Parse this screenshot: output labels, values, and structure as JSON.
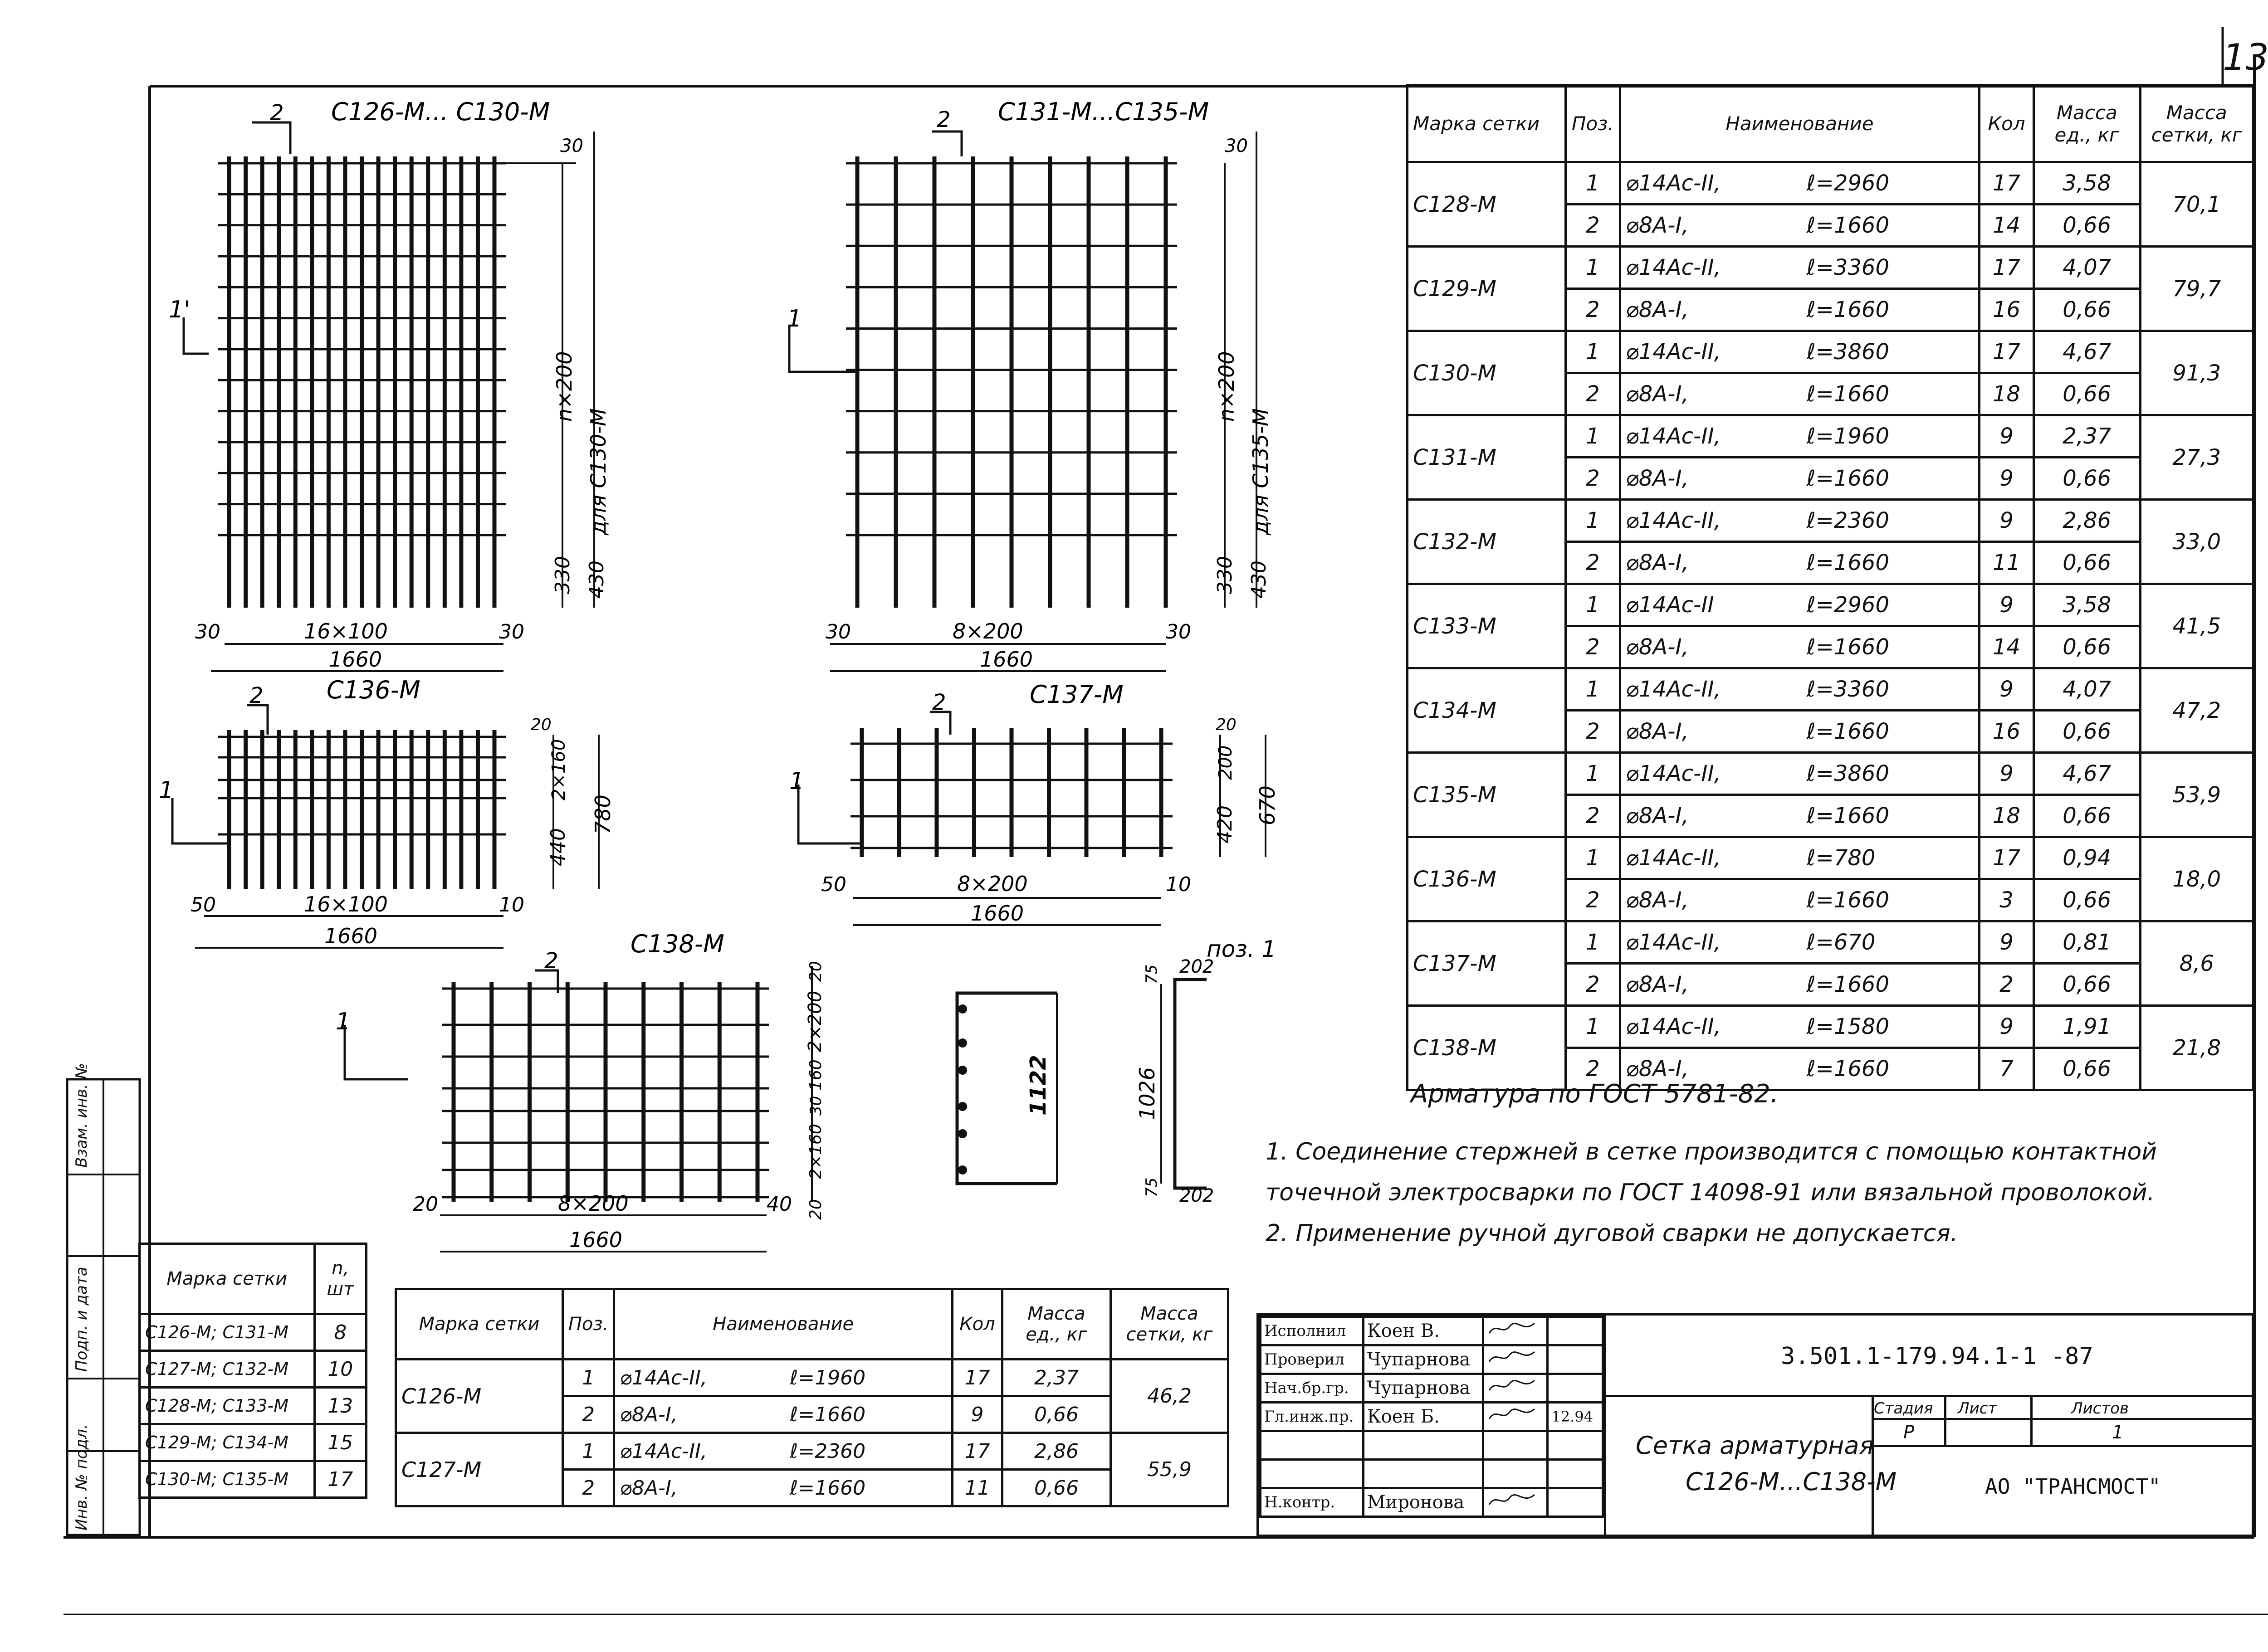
{
  "page_number": "13",
  "drawings": {
    "d1": {
      "title": "С126-М... С130-М",
      "pos2": "2",
      "pos1": "1'",
      "top": "30",
      "v_main": "n×200",
      "v_note": "для С130-М",
      "v1": "330",
      "v2": "430",
      "left": "30",
      "mid": "16×100",
      "right": "30",
      "total": "1660"
    },
    "d2": {
      "title": "С131-М...С135-М",
      "pos2": "2",
      "pos1": "1",
      "top": "30",
      "v_main": "n×200",
      "v_note": "для С135-М",
      "v1": "330",
      "v2": "430",
      "left": "30",
      "mid": "8×200",
      "right": "30",
      "total": "1660"
    },
    "d3": {
      "title": "С136-М",
      "pos2": "2",
      "pos1": "1",
      "top": "20",
      "v1": "2×160",
      "v2": "440",
      "v_total": "780",
      "left": "50",
      "mid": "16×100",
      "right": "10",
      "total": "1660"
    },
    "d4": {
      "title": "С137-М",
      "pos2": "2",
      "pos1": "1",
      "top": "20",
      "v1": "200",
      "v2": "420",
      "v_total": "670",
      "left": "50",
      "mid": "8×200",
      "right": "10",
      "total": "1660"
    },
    "d5": {
      "title": "С138-М",
      "pos2": "2",
      "pos1": "1",
      "top": "20",
      "v1": "2×200",
      "v2": "160",
      "v3": "30",
      "v4": "2×160",
      "left": "20",
      "mid": "8×200",
      "right": "40",
      "bottom": "20",
      "total": "1660"
    },
    "d6": {
      "dim": "1122"
    },
    "d7": {
      "title": "поз. 1",
      "top_small": "75",
      "top": "202",
      "height": "1026",
      "bottom_small": "75",
      "bottom": "202"
    }
  },
  "spec_table": {
    "headers": [
      "Марка сетки",
      "Поз.",
      "Наименование",
      "Кол",
      "Масса ед., кг",
      "Масса сетки, кг"
    ],
    "rows": [
      {
        "mark": "С128-М",
        "mass": "70,1",
        "items": [
          [
            "1",
            "⌀14Аc-II,",
            "ℓ=2960",
            "17",
            "3,58"
          ],
          [
            "2",
            "⌀8А-I,",
            "ℓ=1660",
            "14",
            "0,66"
          ]
        ]
      },
      {
        "mark": "С129-М",
        "mass": "79,7",
        "items": [
          [
            "1",
            "⌀14Аc-II,",
            "ℓ=3360",
            "17",
            "4,07"
          ],
          [
            "2",
            "⌀8А-I,",
            "ℓ=1660",
            "16",
            "0,66"
          ]
        ]
      },
      {
        "mark": "С130-М",
        "mass": "91,3",
        "items": [
          [
            "1",
            "⌀14Аc-II,",
            "ℓ=3860",
            "17",
            "4,67"
          ],
          [
            "2",
            "⌀8А-I,",
            "ℓ=1660",
            "18",
            "0,66"
          ]
        ]
      },
      {
        "mark": "С131-М",
        "mass": "27,3",
        "items": [
          [
            "1",
            "⌀14Аc-II,",
            "ℓ=1960",
            "9",
            "2,37"
          ],
          [
            "2",
            "⌀8А-I,",
            "ℓ=1660",
            "9",
            "0,66"
          ]
        ]
      },
      {
        "mark": "С132-М",
        "mass": "33,0",
        "items": [
          [
            "1",
            "⌀14Аc-II,",
            "ℓ=2360",
            "9",
            "2,86"
          ],
          [
            "2",
            "⌀8А-I,",
            "ℓ=1660",
            "11",
            "0,66"
          ]
        ]
      },
      {
        "mark": "С133-М",
        "mass": "41,5",
        "items": [
          [
            "1",
            "⌀14Аc-II",
            "ℓ=2960",
            "9",
            "3,58"
          ],
          [
            "2",
            "⌀8А-I,",
            "ℓ=1660",
            "14",
            "0,66"
          ]
        ]
      },
      {
        "mark": "С134-М",
        "mass": "47,2",
        "items": [
          [
            "1",
            "⌀14Аc-II,",
            "ℓ=3360",
            "9",
            "4,07"
          ],
          [
            "2",
            "⌀8А-I,",
            "ℓ=1660",
            "16",
            "0,66"
          ]
        ]
      },
      {
        "mark": "С135-М",
        "mass": "53,9",
        "items": [
          [
            "1",
            "⌀14Аc-II,",
            "ℓ=3860",
            "9",
            "4,67"
          ],
          [
            "2",
            "⌀8А-I,",
            "ℓ=1660",
            "18",
            "0,66"
          ]
        ]
      },
      {
        "mark": "С136-М",
        "mass": "18,0",
        "items": [
          [
            "1",
            "⌀14Аc-II,",
            "ℓ=780",
            "17",
            "0,94"
          ],
          [
            "2",
            "⌀8А-I,",
            "ℓ=1660",
            "3",
            "0,66"
          ]
        ]
      },
      {
        "mark": "С137-М",
        "mass": "8,6",
        "items": [
          [
            "1",
            "⌀14Аc-II,",
            "ℓ=670",
            "9",
            "0,81"
          ],
          [
            "2",
            "⌀8А-I,",
            "ℓ=1660",
            "2",
            "0,66"
          ]
        ]
      },
      {
        "mark": "С138-М",
        "mass": "21,8",
        "items": [
          [
            "1",
            "⌀14Аc-II,",
            "ℓ=1580",
            "9",
            "1,91"
          ],
          [
            "2",
            "⌀8А-I,",
            "ℓ=1660",
            "7",
            "0,66"
          ]
        ]
      }
    ]
  },
  "notes": {
    "header": "Арматура по ГОСТ 5781-82.",
    "n1a": "1. Соединение стержней в сетке производится с помощью контактной",
    "n1b": "точечной электросварки по ГОСТ 14098-91 или вязальной проволокой.",
    "n2": "2. Применение ручной дуговой сварки не допускается."
  },
  "count_table": {
    "headers": [
      "Марка сетки",
      "n, шт"
    ],
    "rows": [
      [
        "С126-М; С131-М",
        "8"
      ],
      [
        "С127-М; С132-М",
        "10"
      ],
      [
        "С128-М; С133-М",
        "13"
      ],
      [
        "С129-М; С134-М",
        "15"
      ],
      [
        "С130-М; С135-М",
        "17"
      ]
    ]
  },
  "lower_spec": {
    "headers": [
      "Марка сетки",
      "Поз.",
      "Наименование",
      "Кол",
      "Масса ед., кг",
      "Масса сетки, кг"
    ],
    "rows": [
      {
        "mark": "С126-М",
        "mass": "46,2",
        "items": [
          [
            "1",
            "⌀14Аc-II,",
            "ℓ=1960",
            "17",
            "2,37"
          ],
          [
            "2",
            "⌀8А-I,",
            "ℓ=1660",
            "9",
            "0,66"
          ]
        ]
      },
      {
        "mark": "С127-М",
        "mass": "55,9",
        "items": [
          [
            "1",
            "⌀14Аc-II,",
            "ℓ=2360",
            "17",
            "2,86"
          ],
          [
            "2",
            "⌀8А-I,",
            "ℓ=1660",
            "11",
            "0,66"
          ]
        ]
      }
    ]
  },
  "title_block": {
    "doc_code": "3.501.1-179.94.1-1 -87",
    "title_l1": "Сетка арматурная",
    "title_l2": "С126-М...С138-М",
    "stage_h": "Стадия",
    "sheet_h": "Лист",
    "sheets_h": "Листов",
    "stage": "Р",
    "sheet": "",
    "sheets": "1",
    "org": "АО \"ТРАНСМОСТ\"",
    "date": "12.94",
    "staff": [
      [
        "Исполнил",
        "Коен В."
      ],
      [
        "Проверил",
        "Чупарнова"
      ],
      [
        "Нач.бр.гр.",
        "Чупарнова"
      ],
      [
        "Гл.инж.пр.",
        "Коен Б."
      ],
      [
        "",
        ""
      ],
      [
        "",
        ""
      ],
      [
        "Н.контр.",
        "Миронова"
      ]
    ]
  },
  "side_stamp": [
    "Взам. инв. №",
    "Подп. и дата",
    "Инв. № подл."
  ]
}
